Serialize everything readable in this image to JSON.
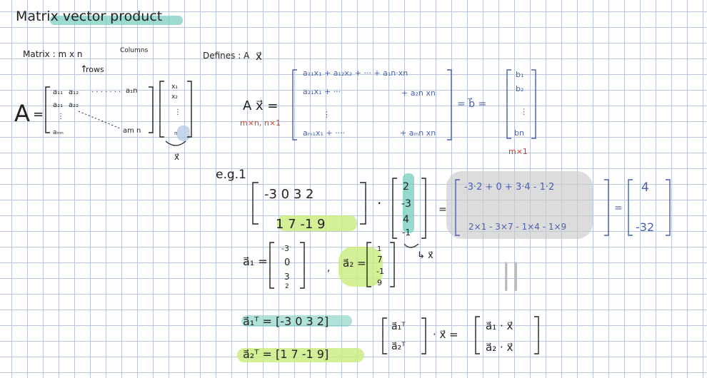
{
  "title": "Matrix vector product",
  "matrix_def": {
    "label": "Matrix : m x n",
    "columns_note": "Columns",
    "rows_note": "rows",
    "A": "A",
    "equals": "=",
    "a11": "a₁₁",
    "a12": "a₁₂",
    "a1n": "a₁n",
    "a21": "a₂₁",
    "a22": "a₂₂",
    "amn_left": "aₘₙ",
    "amn_right": "am n",
    "x1": "x₁",
    "x2": "x₂",
    "xn": "n",
    "xvec": "x⃗"
  },
  "defines": {
    "label": "Defines : A",
    "vec": "x⃗",
    "lhs": "A x⃗ =",
    "dims": "m×n, n×1",
    "row1": "a₁₁x₁ + a₁₂x₂ + ··· + a₁n·xn",
    "row2a": "a₂₁x₁ + ···",
    "row2b": "+ a₂n xn",
    "rowm_a": "aₘ₁x₁ + ····",
    "rowm_b": "+ aₘn xn",
    "eq_b": "= b⃗ =",
    "b1": "b₁",
    "b2": "b₂",
    "bn": "bn",
    "b_dims": "m×1"
  },
  "example": {
    "label": "e.g.1",
    "row1": "-3  0  3  2",
    "row2": "1  7  -1  9",
    "dot": "·",
    "v": [
      "2",
      "-3",
      "4",
      "-1"
    ],
    "eq": "=",
    "res1": "-3·2 + 0 + 3·4 - 1·2",
    "res2": "2×1 - 3×7 - 1×4 - 1×9",
    "eq2": "=",
    "out1": "4",
    "out2": "-32",
    "arrow_x": "↳ x⃗",
    "a1_label": "a⃗₁ =",
    "a1": [
      "-3",
      "0",
      "3",
      "2"
    ],
    "comma": ",",
    "a2_label": "a⃗₂ =",
    "a2": [
      "1",
      "7",
      "-1",
      "9"
    ],
    "parallel": "||",
    "a1T": "a⃗₁ᵀ = [-3  0  3  2]",
    "a2T": "a⃗₂ᵀ = [1  7  -1  9]",
    "stackT1": "a⃗₁ᵀ",
    "stackT2": "a⃗₂ᵀ",
    "times_x": "· x⃗ =",
    "dot1": "a⃗₁ · x⃗",
    "dot2": "a⃗₂ · x⃗"
  }
}
